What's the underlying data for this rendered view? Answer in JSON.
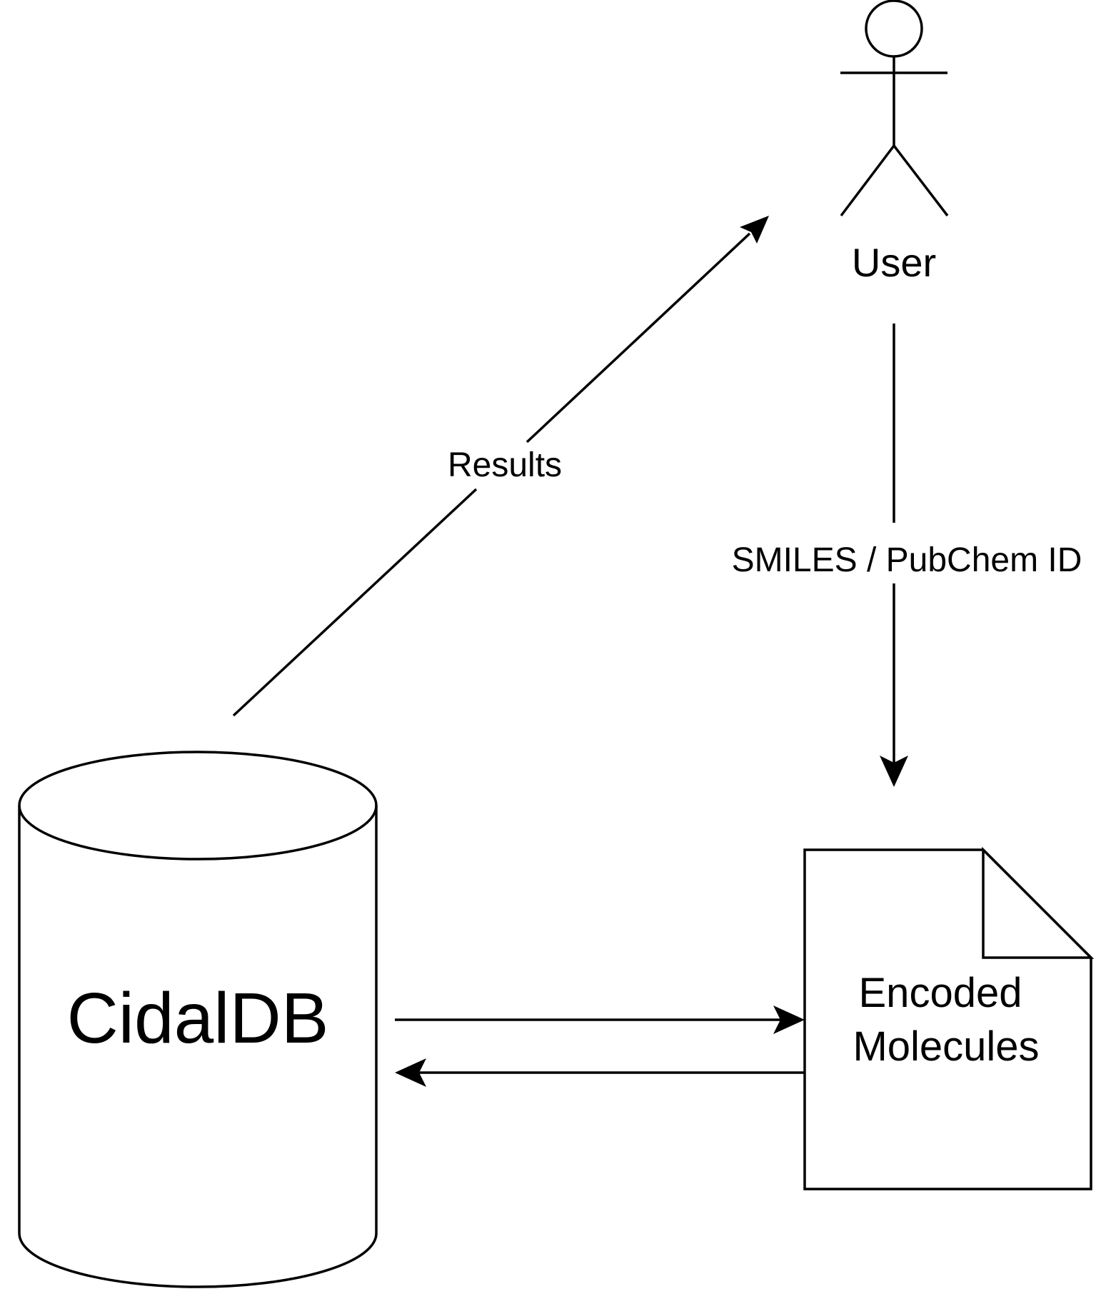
{
  "nodes": {
    "user": {
      "label": "User"
    },
    "database": {
      "label": "CidalDB"
    },
    "document": {
      "label_line1": "Encoded",
      "label_line2": "Molecules"
    }
  },
  "edges": {
    "results": {
      "label": "Results"
    },
    "query": {
      "label": "SMILES / PubChem ID"
    }
  },
  "colors": {
    "stroke": "#000000",
    "background": "#ffffff",
    "fold_fill": "#f0f0f0"
  }
}
